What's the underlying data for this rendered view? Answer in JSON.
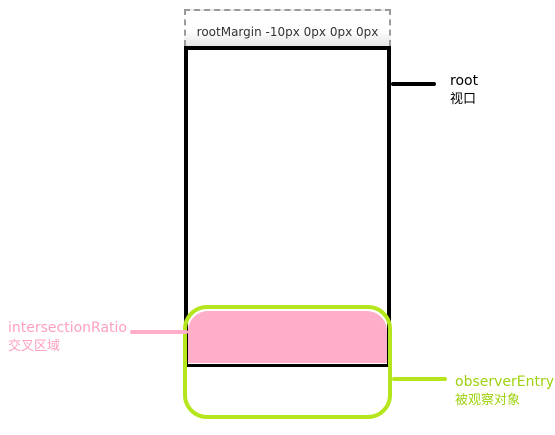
{
  "root_margin": {
    "label": "rootMargin -10px 0px 0px 0px"
  },
  "root": {
    "label": "root",
    "sublabel": "视口"
  },
  "intersection": {
    "label": "intersectionRatio",
    "sublabel": "交叉区域"
  },
  "observer": {
    "label": "observerEntry",
    "sublabel": "被观察对象"
  },
  "colors": {
    "root": "#000000",
    "intersection": "#ffaec9",
    "observer": "#b5e61d",
    "margin_border": "#9a9a9a"
  }
}
